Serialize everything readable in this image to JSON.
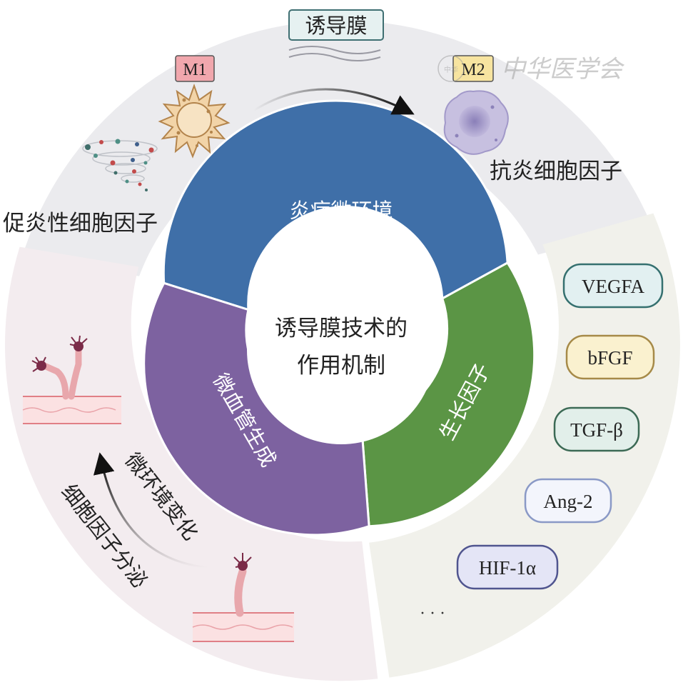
{
  "center": {
    "line1": "诱导膜技术的",
    "line2": "作用机制"
  },
  "inner_ring": {
    "inflammation": {
      "label": "炎症微环境",
      "color": "#3f6fa8"
    },
    "growth_factor": {
      "label": "生长因子",
      "color": "#5b9545"
    },
    "angiogenesis": {
      "label": "微血管生成",
      "color": "#7d62a0"
    }
  },
  "top_section": {
    "membrane_tag": "诱导膜",
    "m1_tag": "M1",
    "m2_tag": "M2",
    "pro_inflammatory": "促炎性细胞因子",
    "anti_inflammatory": "抗炎细胞因子",
    "bg_color": "#ebebee"
  },
  "right_section": {
    "factors": [
      {
        "label": "VEGFA",
        "fill": "#e2f0f1",
        "stroke": "#35706f"
      },
      {
        "label": "bFGF",
        "fill": "#faf1cf",
        "stroke": "#a68a48"
      },
      {
        "label": "TGF-β",
        "fill": "#e2efea",
        "stroke": "#3c6a55"
      },
      {
        "label": "Ang-2",
        "fill": "#f3f5fc",
        "stroke": "#8a99c6"
      },
      {
        "label": "HIF-1α",
        "fill": "#e4e5f6",
        "stroke": "#50558f"
      }
    ],
    "more": "· · ·",
    "bg_color": "#f1f1eb"
  },
  "left_section": {
    "micro_env_change": "微环境变化",
    "cytokine_secretion": "细胞因子分泌",
    "bg_color": "#f3ecef"
  },
  "watermark": {
    "text": "中华医学会",
    "seal": "中华"
  }
}
